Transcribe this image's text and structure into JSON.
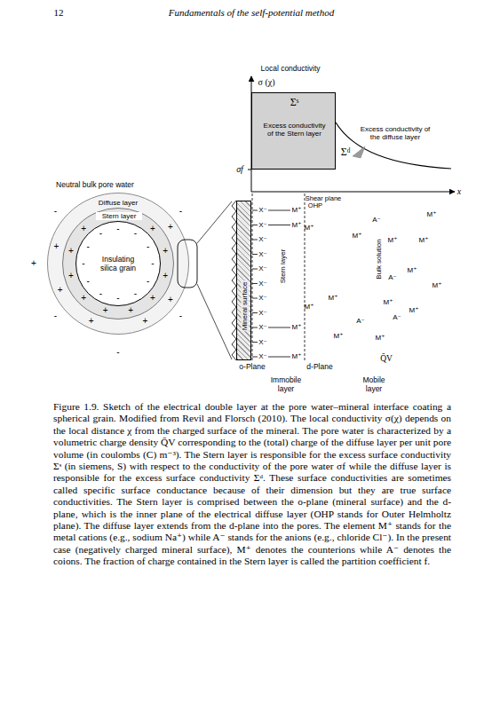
{
  "diagram": {
    "caption": "Figure 1.9. Sketch of the electrical double layer at the pore water–mineral interface coating a spherical grain. Modified from Revil and Florsch (2010). The local conductivity σ(χ) depends on the local distance χ from the charged surface of the mineral. The pore water is characterized by a volumetric charge density Q̄V corresponding to the (total) charge of the diffuse layer per unit pore volume (in coulombs (C) m⁻³). The Stern layer is responsible for the excess surface conductivity Σˢ (in siemens, S) with respect to the conductivity of the pore water σf while the diffuse layer is responsible for the excess surface conductivity Σᵈ. These surface conductivities are sometimes called specific surface conductance because of their dimension but they are true surface conductivities. The Stern layer is comprised between the o-plane (mineral surface) and the d-plane, which is the inner plane of the electrical diffuse layer (OHP stands for Outer Helmholtz plane). The diffuse layer extends from the d-plane into the pores. The element M⁺ stands for the metal cations (e.g., sodium Na⁺) while A⁻ stands for the anions (e.g., chloride Cl⁻). In the present case (negatively charged mineral surface), M⁺ denotes the counterions while A⁻ denotes the coions. The fraction of charge contained in the Stern layer is called the partition coefficient f.",
    "nodes": [
      {
        "text": [
          "Σˢ",
          "Excess conductivity of the Stern layer"
        ]
      },
      {
        "text": [
          "Diffuse layer"
        ]
      },
      {
        "text": [
          "Stern layer"
        ],
        "in": 1
      },
      {
        "text": [
          "Insulating silica grain"
        ],
        "in": 2
      },
      {
        "text": [
          "Mineral surface"
        ]
      }
    ],
    "labels": [
      "12",
      "Fundamentals of the self-potential method",
      "Local conductivity",
      "σ (χ)",
      "Excess conductivity of the diffuse layer",
      "Σᵈ",
      "σf",
      "x",
      "Neutral bulk pore water",
      "-",
      "-",
      "-",
      "-",
      "-",
      "-",
      "-",
      "-",
      "-",
      "-",
      "-",
      "-",
      "+",
      "+",
      "+",
      "+",
      "+",
      "+",
      "+",
      "+",
      "+",
      "+",
      "+",
      "+",
      "+",
      "+",
      "+",
      "+",
      "+",
      "-",
      "-",
      "-",
      "-",
      "-",
      "Shear plane",
      "OHP",
      "Stern layer",
      "Bulk solution",
      "X⁻",
      "X⁻",
      "X⁻",
      "X⁻",
      "X⁻",
      "X⁻",
      "X⁻",
      "X⁻",
      "X⁻",
      "X⁻",
      "X⁻",
      "M⁺",
      "M⁺",
      "M⁺",
      "M⁺",
      "M⁺",
      "M⁺",
      "M⁺",
      "M⁺",
      "M⁺",
      "M⁺",
      "M⁺",
      "M⁺",
      "M⁺",
      "M⁺",
      "M⁺",
      "M⁺",
      "M⁺",
      "A⁻",
      "A⁻",
      "A⁻",
      "A⁻",
      "o-Plane",
      "d-Plane",
      "Q̄V",
      "Immobile layer",
      "Mobile layer"
    ]
  }
}
